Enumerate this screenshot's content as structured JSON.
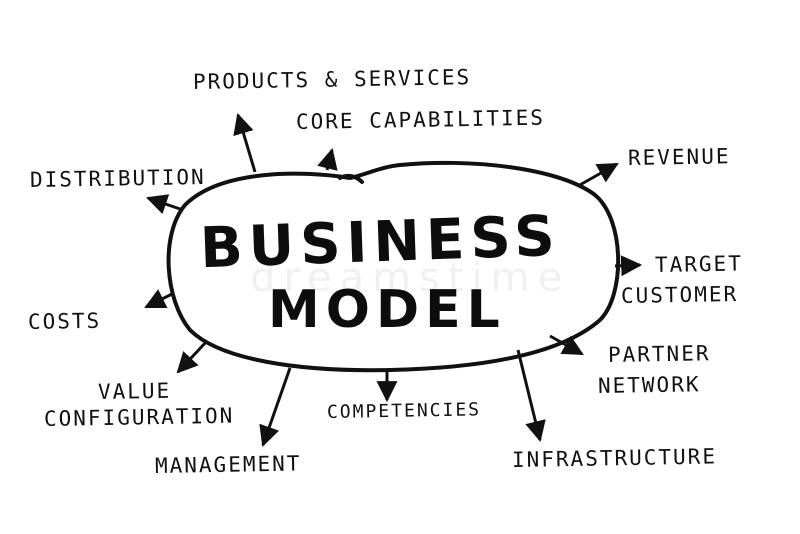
{
  "diagram": {
    "center": {
      "line1": "BUSINESS",
      "line2": "MODEL"
    },
    "watermark": "dreamstime",
    "nodes": {
      "products_services": "PRODUCTS & SERVICES",
      "core_capabilities": "CORE CAPABILITIES",
      "distribution": "DISTRIBUTION",
      "revenue": "REVENUE",
      "target_line1": "TARGET",
      "target_line2": "CUSTOMER",
      "costs": "COSTS",
      "partner_line1": "PARTNER",
      "partner_line2": "NETWORK",
      "value_line1": "VALUE",
      "value_line2": "CONFIGURATION",
      "competencies": "COMPETENCIES",
      "management": "MANAGEMENT",
      "infrastructure": "INFRASTRUCTURE"
    }
  },
  "colors": {
    "ink": "#111111",
    "background": "#ffffff"
  }
}
